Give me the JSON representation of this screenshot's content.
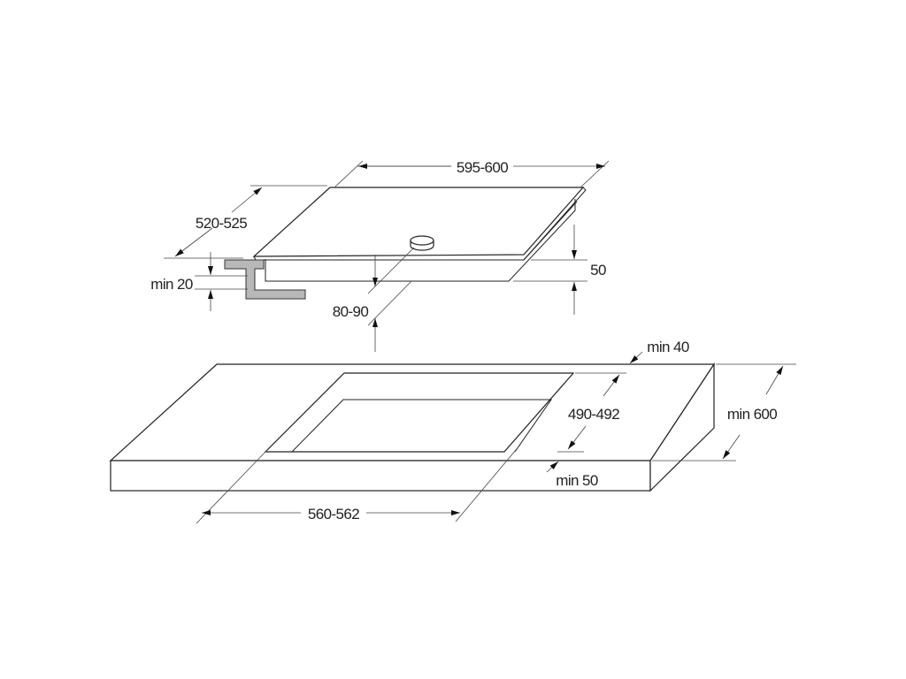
{
  "diagram": {
    "hob": {
      "width_label": "595-600",
      "depth_label": "520-525",
      "height_label": "50",
      "clearance_label": "80-90",
      "worktop_thickness_label": "min 20"
    },
    "worktop": {
      "cutout_width_label": "560-562",
      "cutout_depth_label": "490-492",
      "rear_distance_label": "min 40",
      "front_distance_label": "min 50",
      "worktop_depth_label": "min 600"
    },
    "colors": {
      "line": "#222222",
      "bracket": "#b8b8b8"
    }
  }
}
